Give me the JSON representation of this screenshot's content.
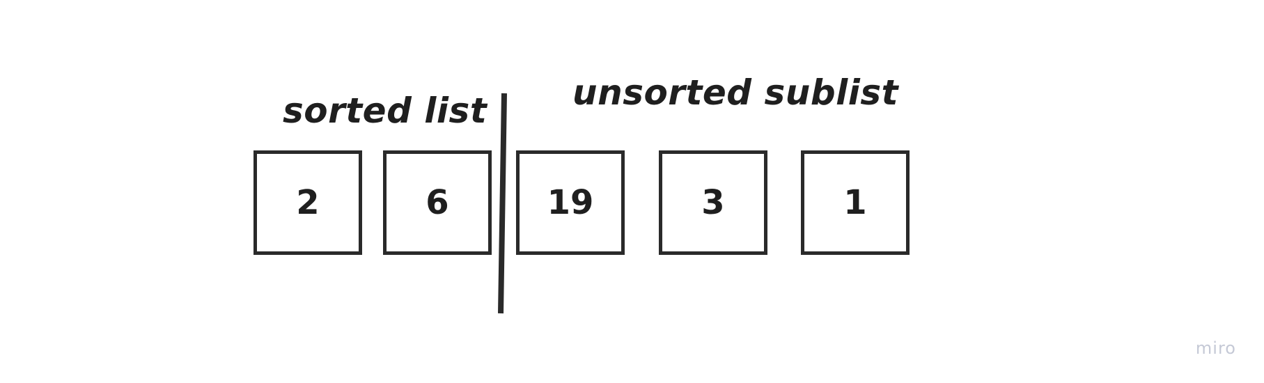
{
  "labels": {
    "sorted": "sorted list",
    "unsorted": "unsorted sublist"
  },
  "boxes": [
    "2",
    "6",
    "19",
    "3",
    "1"
  ],
  "watermark": "miro",
  "colors": {
    "stroke": "#2a2a2a",
    "text": "#1f1f1f",
    "watermark": "#c5c9d6",
    "background": "#ffffff"
  }
}
